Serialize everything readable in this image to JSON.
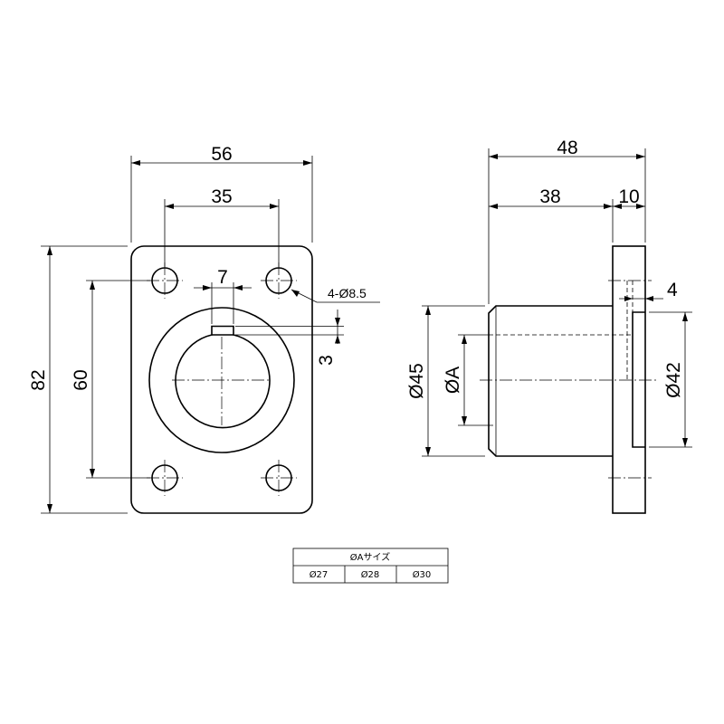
{
  "front_view": {
    "overall_width": "56",
    "hole_spacing_horizontal": "35",
    "overall_height": "82",
    "hole_spacing_vertical": "60",
    "keyway_width": "7",
    "keyway_depth": "3",
    "holes_note": "4-Ø8.5"
  },
  "side_view": {
    "overall_length": "48",
    "body_length": "38",
    "flange_thickness": "10",
    "step": "4",
    "outer_diameter": "Ø45",
    "bore_diameter": "ØA",
    "pilot_diameter": "Ø42"
  },
  "size_table": {
    "header": "ØAサイズ",
    "options": [
      "Ø27",
      "Ø28",
      "Ø30"
    ]
  }
}
